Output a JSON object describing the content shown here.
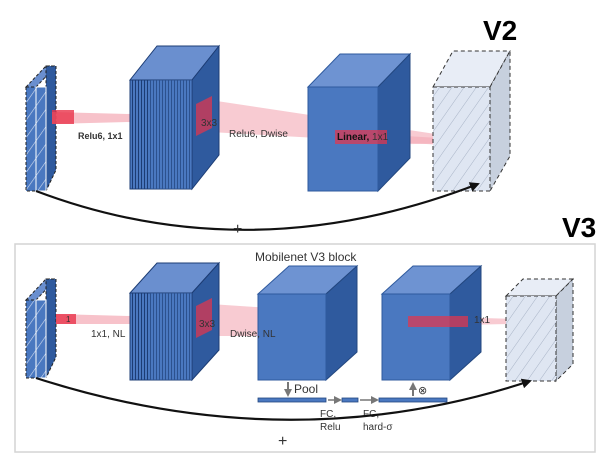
{
  "v2": {
    "title": "V2",
    "stage1_label_main": "Relu6, 1x1",
    "kernel_3x3": "3x3",
    "stage2_label": "Relu6, Dwise",
    "stage3_label_bold": "Linear,",
    "stage3_label_rest": " 1x1",
    "residual_symbol": "+"
  },
  "v3": {
    "title": "V3",
    "block_title": "Mobilenet V3 block",
    "kernel_1": "1",
    "stage1_label": "1x1, NL",
    "kernel_3x3": "3x3",
    "stage2_label": "Dwise, NL",
    "stage3_label": "1x1",
    "pool_label": "Pool",
    "fc1_line1": "FC,",
    "fc1_line2": "Relu",
    "fc2_line1": "FC,",
    "fc2_line2": "hard-σ",
    "multiply_symbol": "⊗",
    "residual_symbol": "+"
  },
  "colors": {
    "tensor_blue": "#4a78c0",
    "tensor_blue_dark": "#2f5a9e",
    "thin_tensor": "#dfe6f2",
    "highlight_red": "#e8334a",
    "pink_beam": "#f4a8b4"
  }
}
